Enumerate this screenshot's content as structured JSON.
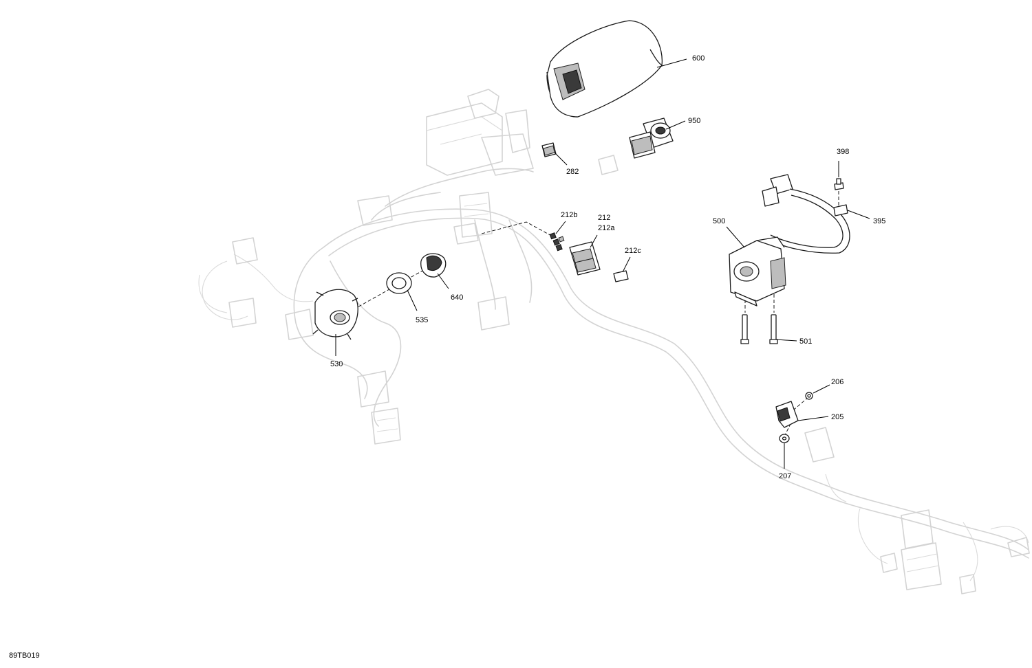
{
  "drawing_id": "89TB019",
  "callouts": {
    "c600": "600",
    "c950": "950",
    "c282": "282",
    "c398": "398",
    "c395": "395",
    "c500": "500",
    "c212b": "212b",
    "c212": "212",
    "c212a": "212a",
    "c212c": "212c",
    "c640": "640",
    "c535": "535",
    "c530": "530",
    "c501": "501",
    "c206": "206",
    "c205": "205",
    "c207": "207"
  }
}
